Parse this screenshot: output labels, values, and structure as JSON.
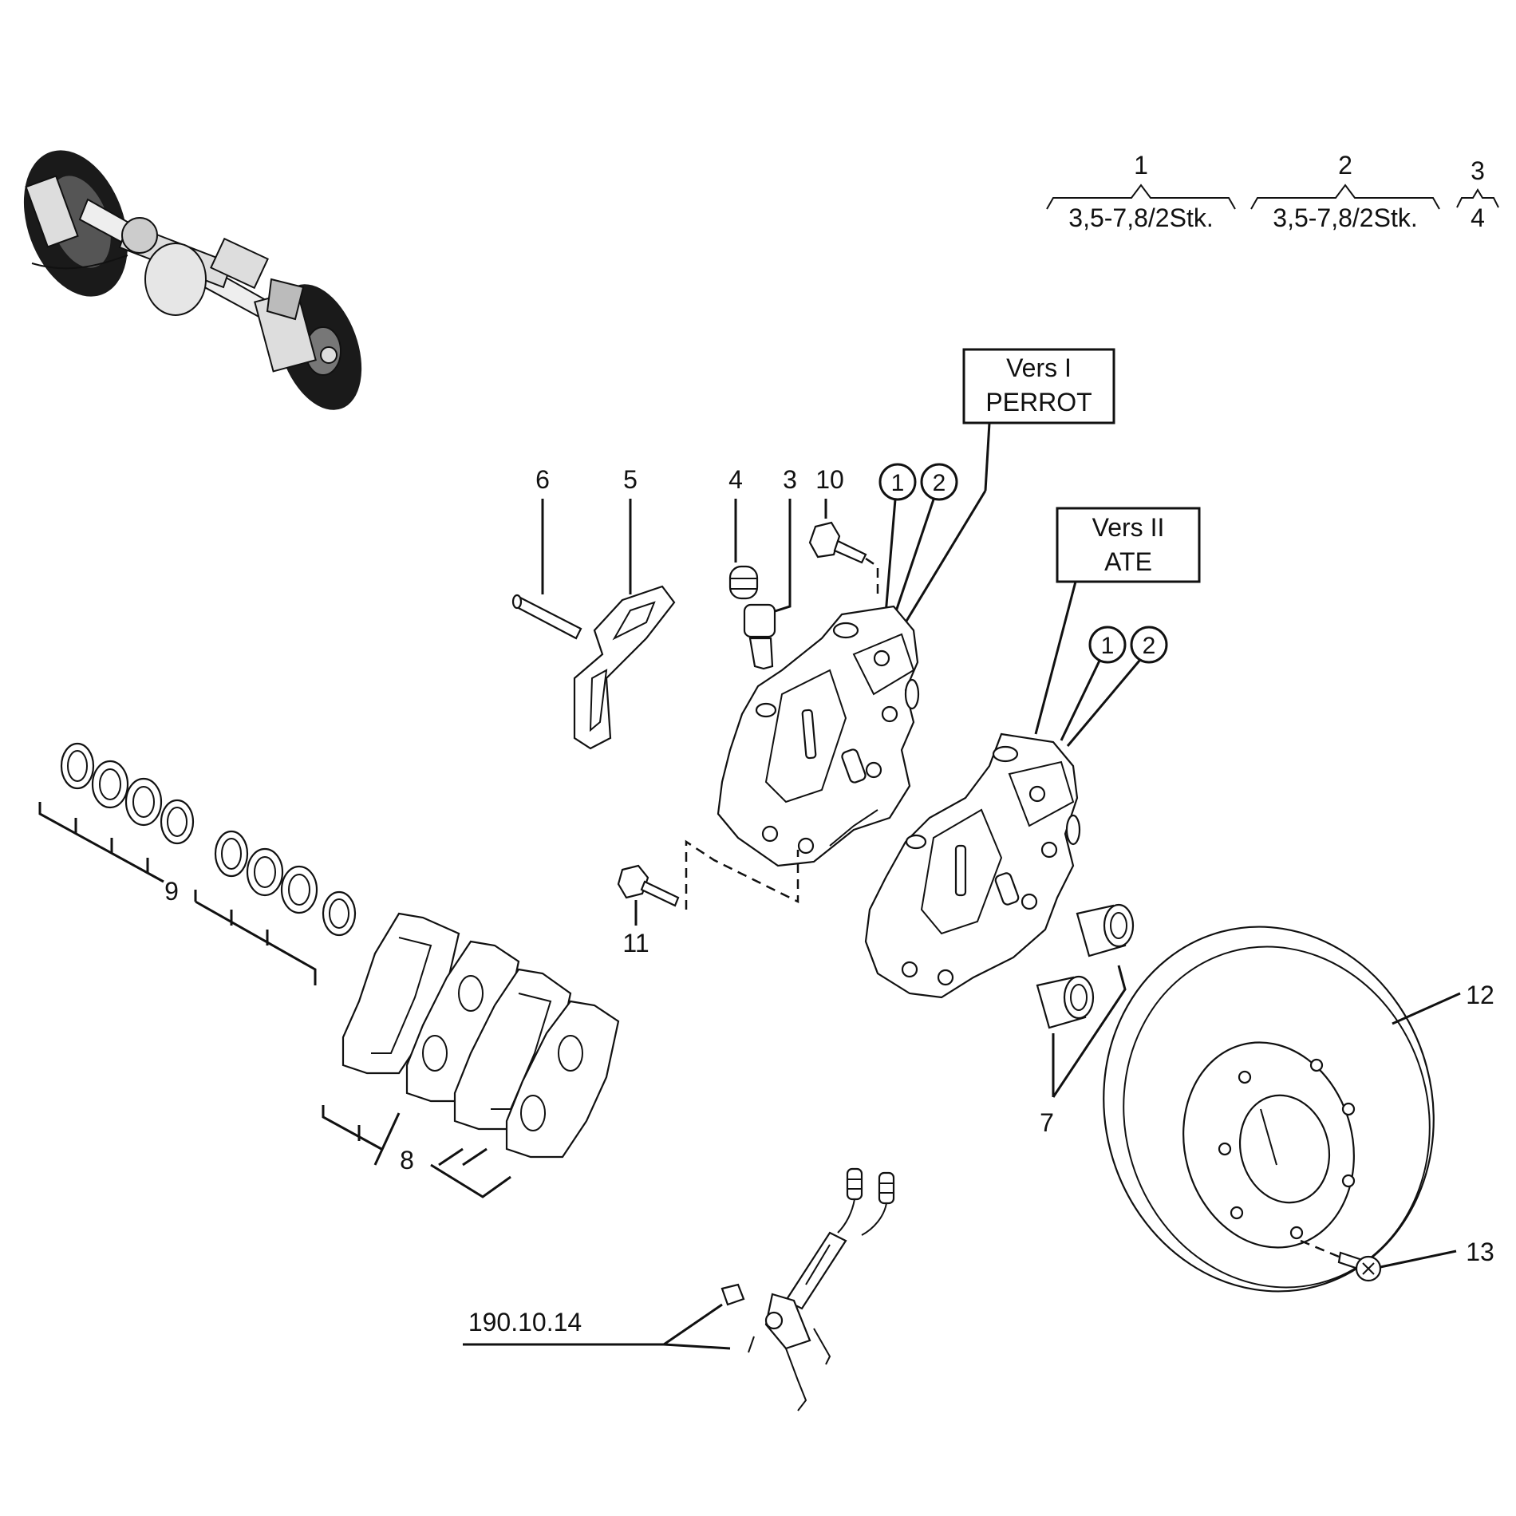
{
  "legend": {
    "group1": {
      "number": "1",
      "range": "3,5-7,8/2Stk."
    },
    "group2": {
      "number": "2",
      "range": "3,5-7,8/2Stk."
    },
    "group3": {
      "top": "3",
      "bottom": "4"
    }
  },
  "versions": {
    "v1": {
      "line1": "Vers I",
      "line2": "PERROT"
    },
    "v2": {
      "line1": "Vers II",
      "line2": "ATE"
    }
  },
  "circled": {
    "c1": "1",
    "c2": "2"
  },
  "labels": {
    "p3": "3",
    "p4": "4",
    "p5": "5",
    "p6": "6",
    "p7": "7",
    "p8": "8",
    "p9": "9",
    "p10": "10",
    "p11": "11",
    "p12": "12",
    "p13": "13",
    "ref": "190.10.14"
  },
  "icons": [
    "axle-overview-icon",
    "caliper-icon",
    "brake-disc-icon",
    "brake-pad-icon",
    "seal-ring-icon",
    "bolt-icon",
    "wear-sensor-icon"
  ]
}
